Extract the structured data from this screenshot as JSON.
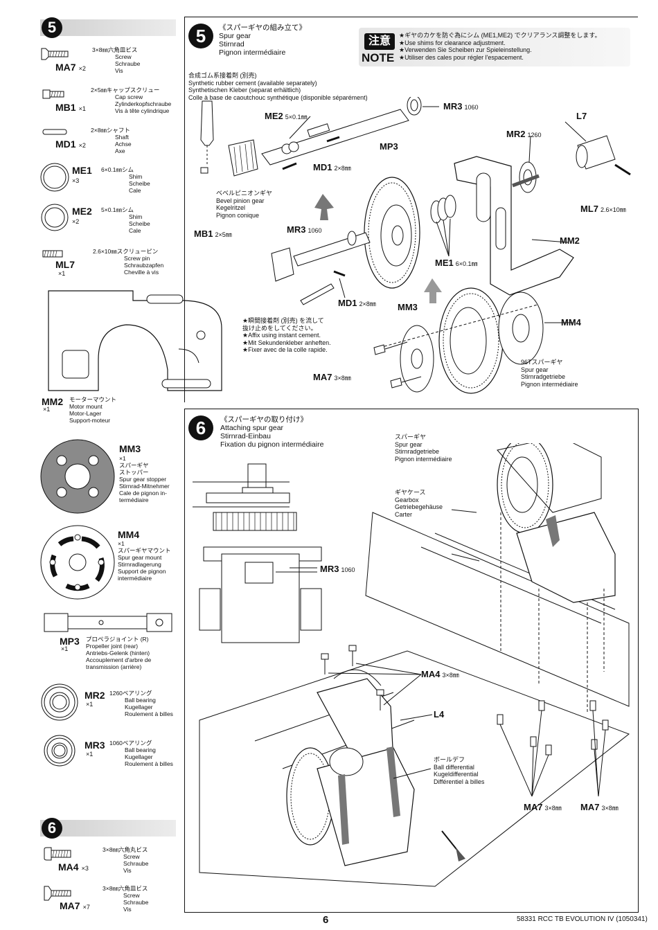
{
  "left_column": {
    "step5_num": "5",
    "step6_num": "6",
    "parts_step5": [
      {
        "code": "MA7",
        "qty": "×2",
        "desc": [
          "3×8㎜六角皿ビス",
          "Screw",
          "Schraube",
          "Vis"
        ]
      },
      {
        "code": "MB1",
        "qty": "×1",
        "desc": [
          "2×5㎜キャップスクリュー",
          "Cap screw",
          "Zylinderkopfschraube",
          "Vis à tête cylindrique"
        ]
      },
      {
        "code": "MD1",
        "qty": "×2",
        "desc": [
          "2×8㎜シャフト",
          "Shaft",
          "Achse",
          "Axe"
        ]
      },
      {
        "code": "ME1",
        "qty": "×3",
        "desc": [
          "6×0.1㎜シム",
          "Shim",
          "Scheibe",
          "Cale"
        ]
      },
      {
        "code": "ME2",
        "qty": "×2",
        "desc": [
          "5×0.1㎜シム",
          "Shim",
          "Scheibe",
          "Cale"
        ]
      },
      {
        "code": "ML7",
        "qty": "×1",
        "desc": [
          "2.6×10㎜スクリューピン",
          "Screw pin",
          "Schraubzapfen",
          "Cheville à vis"
        ]
      }
    ],
    "mm2": {
      "code": "MM2",
      "qty": "×1",
      "desc": [
        "モーターマウント",
        "Motor mount",
        "Motor-Lager",
        "Support-moteur"
      ]
    },
    "mm3": {
      "code": "MM3",
      "qty": "×1",
      "desc": [
        "スパーギヤ",
        "ストッパー",
        "Spur gear stopper",
        "Stirnrad-Mitnehmer",
        "Cale de pignon in-",
        "termédiaire"
      ]
    },
    "mm4": {
      "code": "MM4",
      "qty": "×1",
      "desc": [
        "スパーギヤマウント",
        "Spur gear mount",
        "Stirnradlagerung",
        "Support de pignon",
        "intermédiaire"
      ]
    },
    "mp3": {
      "code": "MP3",
      "qty": "×1",
      "desc": [
        "プロペラジョイント (R)",
        "Propeller joint (rear)",
        "Antriebs-Gelenk (hinten)",
        "Accouplement d'arbre de",
        "transmission (arrière)"
      ]
    },
    "mr2": {
      "code": "MR2",
      "qty": "×1",
      "desc": [
        "1260ベアリング",
        "Ball bearing",
        "Kugellager",
        "Roulement à billes"
      ]
    },
    "mr3": {
      "code": "MR3",
      "qty": "×1",
      "desc": [
        "1060ベアリング",
        "Ball bearing",
        "Kugellager",
        "Roulement à billes"
      ]
    },
    "parts_step6": [
      {
        "code": "MA4",
        "qty": "×3",
        "desc": [
          "3×8㎜六角丸ビス",
          "Screw",
          "Schraube",
          "Vis"
        ]
      },
      {
        "code": "MA7",
        "qty": "×7",
        "desc": [
          "3×8㎜六角皿ビス",
          "Screw",
          "Schraube",
          "Vis"
        ]
      }
    ]
  },
  "step5": {
    "num": "5",
    "title": [
      "《スパーギヤの組み立て》",
      "Spur gear",
      "Stirnrad",
      "Pignon intermédiaire"
    ],
    "note_jp": "注意",
    "note_en": "NOTE",
    "note_lines": [
      "★ギヤのカケを防ぐ為にシム (ME1,ME2) でクリアランス調整をします。",
      "★Use shims for clearance adjustment.",
      "★Verwenden Sie Scheiben zur Spieleinstellung.",
      "★Utiliser des cales pour régler l'espacement."
    ],
    "cement": [
      "合成ゴム系接着剤 (別売)",
      "Synthetic rubber cement (available separately)",
      "Synthetischen Kleber (separat erhältlich)",
      "Colle à base de caoutchouc synthétique (disponible séparément)"
    ],
    "bevel": [
      "ベベルピニオンギヤ",
      "Bevel pinion gear",
      "Kegelritzel",
      "Pignon conique"
    ],
    "instant": [
      "★瞬間接着剤 (別売) を流して",
      "抜け止めをしてください。",
      "★Affix using instant cement.",
      "★Mit Sekundenkleber anheften.",
      "★Fixer avec de la colle rapide."
    ],
    "spur96": [
      "96Tスパーギヤ",
      "Spur gear",
      "Stirnradgetriebe",
      "Pignon intermédiaire"
    ],
    "labels": {
      "me2": "ME2",
      "me2_size": "5×0.1㎜",
      "mr3a": "MR3",
      "mr3a_size": "1060",
      "mp3": "MP3",
      "l7": "L7",
      "mr2": "MR2",
      "mr2_size": "1260",
      "md1a": "MD1",
      "md1a_size": "2×8㎜",
      "ml7": "ML7",
      "ml7_size": "2.6×10㎜",
      "mb1": "MB1",
      "mb1_size": "2×5㎜",
      "mr3b": "MR3",
      "mr3b_size": "1060",
      "mm2": "MM2",
      "me1": "ME1",
      "me1_size": "6×0.1㎜",
      "md1b": "MD1",
      "md1b_size": "2×8㎜",
      "mm3": "MM3",
      "mm4": "MM4",
      "ma7": "MA7",
      "ma7_size": "3×8㎜"
    }
  },
  "step6": {
    "num": "6",
    "title": [
      "《スパーギヤの取り付け》",
      "Attaching spur gear",
      "Stirnrad-Einbau",
      "Fixation du pignon intermédiaire"
    ],
    "spur": [
      "スパーギヤ",
      "Spur gear",
      "Stirnradgetriebe",
      "Pignon intermédiaire"
    ],
    "gearbox": [
      "ギヤケース",
      "Gearbox",
      "Getriebegehäuse",
      "Carter"
    ],
    "balldiff": [
      "ボールデフ",
      "Ball differential",
      "Kugeldifferential",
      "Différentiel à billes"
    ],
    "labels": {
      "mr3": "MR3",
      "mr3_size": "1060",
      "ma4": "MA4",
      "ma4_size": "3×8㎜",
      "l4": "L4",
      "ma7a": "MA7",
      "ma7a_size": "3×8㎜",
      "ma7b": "MA7",
      "ma7b_size": "3×8㎜"
    }
  },
  "footer": {
    "page": "6",
    "code": "58331 RCC TB EVOLUTION IV (1050341)"
  }
}
